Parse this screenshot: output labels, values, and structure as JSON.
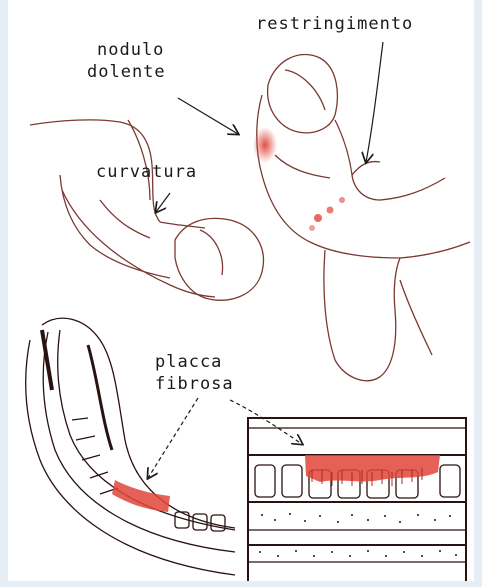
{
  "labels": {
    "nodulo_line1": "nodulo",
    "nodulo_line2": "dolente",
    "restringimento": "restringimento",
    "curvatura": "curvatura",
    "placca_line1": "placca",
    "placca_line2": "fibrosa"
  },
  "colors": {
    "ink": "#7a3a32",
    "ink_dark": "#2a1212",
    "lesion_red": "#e0453a",
    "background": "#ffffff",
    "frame": "#e6eef5"
  }
}
